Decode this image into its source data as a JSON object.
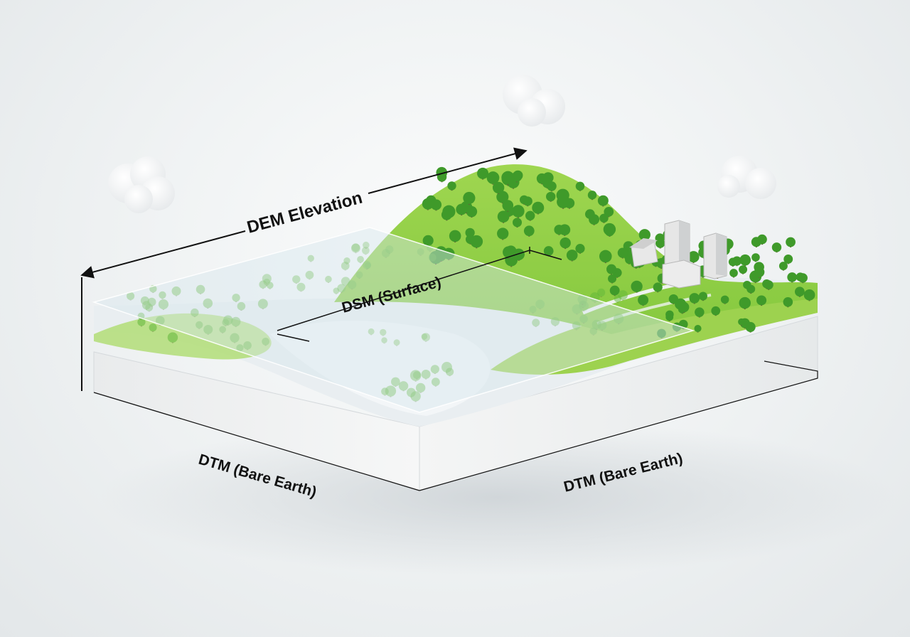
{
  "labels": {
    "dem": "DEM Elevation",
    "dsm": "DSM (Surface)",
    "dtm_left": "DTM (Bare Earth)",
    "dtm_right": "DTM (Bare Earth)"
  },
  "colors": {
    "grass": "#8fcf45",
    "grass_light": "#b5e07a",
    "tree": "#3f9a2a",
    "tree_light": "#62b83a",
    "bare_earth": "#dfe6ea",
    "glass": "#d8e7ee",
    "base_side": "#eceeef",
    "building": "#e4e4e4",
    "arrow": "#111111"
  },
  "icons": [
    "cloud-icon",
    "tree-icon",
    "building-icon"
  ]
}
